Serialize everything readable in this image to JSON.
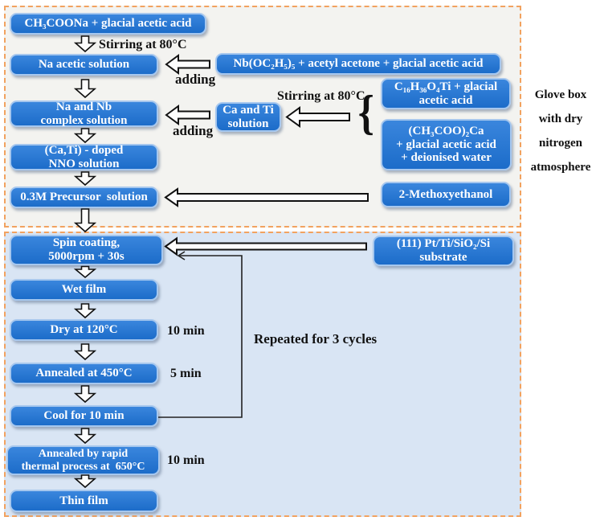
{
  "glovebox_note": {
    "line1": "Glove box",
    "line2": "with dry",
    "line3": "nitrogen",
    "line4": "atmosphere"
  },
  "nodes": {
    "ch3coona": {
      "lines": [
        "CH₃COONa + glacial acetic acid"
      ]
    },
    "na_acetic": {
      "lines": [
        "Na acetic solution"
      ]
    },
    "nb_precursor": {
      "lines": [
        "Nb(OC₂H₅)₅ + acetyl acetone + glacial acetic acid"
      ]
    },
    "na_nb_complex": {
      "lines": [
        "Na and Nb",
        "complex solution"
      ]
    },
    "ca_ti_solution": {
      "lines": [
        "Ca and Ti",
        "solution"
      ]
    },
    "ti_precursor": {
      "lines": [
        "C₁₆H₃₆O₄Ti + glacial",
        "acetic acid"
      ]
    },
    "ca_precursor": {
      "lines": [
        "(CH₃COO)₂Ca",
        "+ glacial acetic acid",
        "+ deionised water"
      ]
    },
    "ca_ti_doped": {
      "lines": [
        "(Ca,Ti) - doped",
        "NNO solution"
      ]
    },
    "precursor_03m": {
      "lines": [
        "0.3M Precursor  solution"
      ]
    },
    "methoxyethanol": {
      "lines": [
        "2-Methoxyethanol"
      ]
    },
    "spin_coating": {
      "lines": [
        "Spin coating,",
        "5000rpm + 30s"
      ]
    },
    "substrate": {
      "lines": [
        "(111) Pt/Ti/SiO₂/Si",
        "substrate"
      ]
    },
    "wet_film": {
      "lines": [
        "Wet film"
      ]
    },
    "dry_120": {
      "lines": [
        "Dry at 120°C"
      ]
    },
    "annealed_450": {
      "lines": [
        "Annealed at 450°C"
      ]
    },
    "cool_10": {
      "lines": [
        "Cool for 10 min"
      ]
    },
    "rta_650": {
      "lines": [
        "Annealed by rapid",
        "thermal process at  650°C"
      ]
    },
    "thin_film": {
      "lines": [
        "Thin film"
      ]
    }
  },
  "labels": {
    "stirring_top": "Stirring at 80°C",
    "adding_first": "adding",
    "adding_second": "adding",
    "stirring_right": "Stirring at 80°C",
    "dry_time": "10 min",
    "anneal_time": "5 min",
    "rta_time": "10 min",
    "repeated": "Repeated for 3 cycles"
  },
  "colors": {
    "node_blue": "#2274d0",
    "node_border": "#a6c7ee",
    "dashed_border": "#f2a25f",
    "top_section_bg": "#f3f3f0",
    "bottom_section_bg": "#d9e5f4",
    "arrow_fill": "#fdfdfd",
    "arrow_stroke": "#111111"
  }
}
